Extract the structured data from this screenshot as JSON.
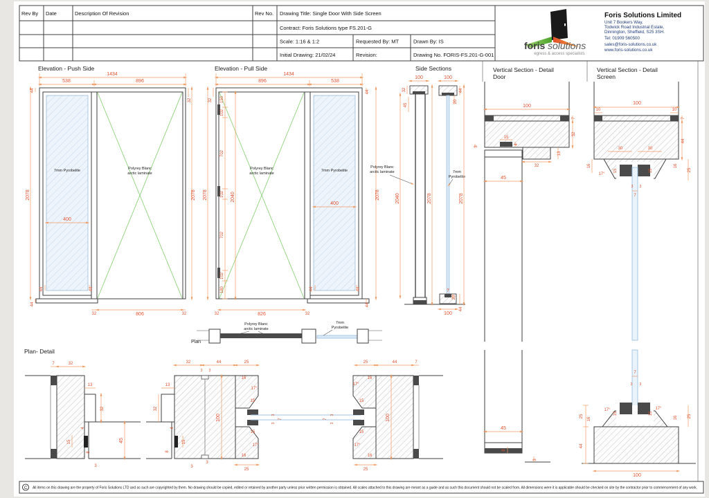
{
  "title_block": {
    "rev_by": "Rev By",
    "date": "Date",
    "description": "Description Of Revision",
    "rev_no": "Rev No.",
    "drawing_title": "Drawing Title:  Single Door With Side Screen",
    "contract": "Contract:  Foris Solutions type FS.201-G",
    "scale": "Scale:   1:16 & 1:2",
    "requested_by": "Requested By: MT",
    "drawn_by": "Drawn By: IS",
    "initial_drawing": "Initial Drawing: 21/02/24",
    "revision": "Revision:",
    "drawing_no": "Drawing No. FORIS-FS.201-G-001"
  },
  "company": {
    "logo_word_1": "foris",
    "logo_word_2": "solutions",
    "logo_tagline": "egress & access specialists",
    "name": "Foris Solutions Limited",
    "address_1": "Unit 7 Bookers Way,",
    "address_2": "Todwick Road Industrial Estate,",
    "address_3": "Dinnington, Sheffield, S25 3SH.",
    "tel": "Tel: 01909 560500",
    "email": "sales@foris-solutions.co.uk",
    "website": "www.foris-solutions.co.uk"
  },
  "sections": {
    "push_title": "Elevation - Push Side",
    "pull_title": "Elevation - Pull Side",
    "side_sections_title": "Side Sections",
    "vs_door_line1": "Vertical Section -  Detail",
    "vs_door_line2": "Door",
    "vs_screen_line1": "Vertical Section -  Detail",
    "vs_screen_line2": "Screen",
    "plan_label": "Plan",
    "plan_detail_title": "Plan- Detail"
  },
  "materials": {
    "glass": "7mm Pyrobelite",
    "glass_line_1": "7mm",
    "glass_line_2": "Pyrobelite",
    "laminate_line_1": "Polyrey Blanc",
    "laminate_line_2": "arctic laminate"
  },
  "dims": {
    "push": [
      "1434",
      "538",
      "896",
      "44",
      "32",
      "2078",
      "2078",
      "400",
      "44",
      "44",
      "44",
      "806",
      "32",
      "32"
    ],
    "pull": [
      "1434",
      "896",
      "538",
      "32",
      "44",
      "150",
      "102",
      "702",
      "102",
      "702",
      "102",
      "180",
      "2040",
      "2078",
      "2078",
      "400",
      "44",
      "44",
      "44",
      "826",
      "32",
      "32"
    ],
    "side": [
      "100",
      "100",
      "32",
      "45",
      "44",
      "20",
      "3",
      "2040",
      "2078",
      "2078",
      "7",
      "20",
      "100",
      "44"
    ],
    "vs_door": [
      "100",
      "7",
      "32",
      "15",
      "4",
      "13",
      "32",
      "45",
      "45",
      "8",
      "3"
    ],
    "vs_screen": [
      "100",
      "10",
      "10",
      "7",
      "44",
      "30",
      "30",
      "16",
      "17°",
      "15",
      "15",
      "16",
      "25",
      "3",
      "3",
      "7",
      "7",
      "3",
      "3",
      "17°",
      "15",
      "15",
      "17°",
      "16",
      "16",
      "25",
      "100",
      "25",
      "44"
    ],
    "pd_a": [
      "7",
      "32",
      "13",
      "32",
      "4",
      "15",
      "8",
      "3",
      "45"
    ],
    "pd_b": [
      "32",
      "44",
      "25",
      "3",
      "3",
      "13",
      "32",
      "4",
      "15",
      "8",
      "3",
      "3",
      "16",
      "17°",
      "15",
      "3",
      "3",
      "7",
      "15",
      "17°",
      "16",
      "25",
      "100"
    ],
    "pd_c": [
      "25",
      "44",
      "7",
      "16",
      "17°",
      "15",
      "3",
      "3",
      "7",
      "15",
      "17°",
      "16",
      "25",
      "100"
    ]
  },
  "footer": {
    "symbol": "C",
    "text": "All items on this drawing are the property of Foris Solutions LTD and as such are copyrighted by them. No drawing should be copied, edited or retained by another party unless prior written permission is obtained. All scales attached to this drawing are meant as a guide and as such this document should not be scaled from. All dimensions were it is applicable should be checked on site by the contractor prior to commencement of any work."
  },
  "colors": {
    "dimension": "#e0512e",
    "glass_blue": "#9fc3e4",
    "door_green": "#8fd37c",
    "logo_green": "#6fbe44",
    "logo_orange": "#e8683a"
  }
}
